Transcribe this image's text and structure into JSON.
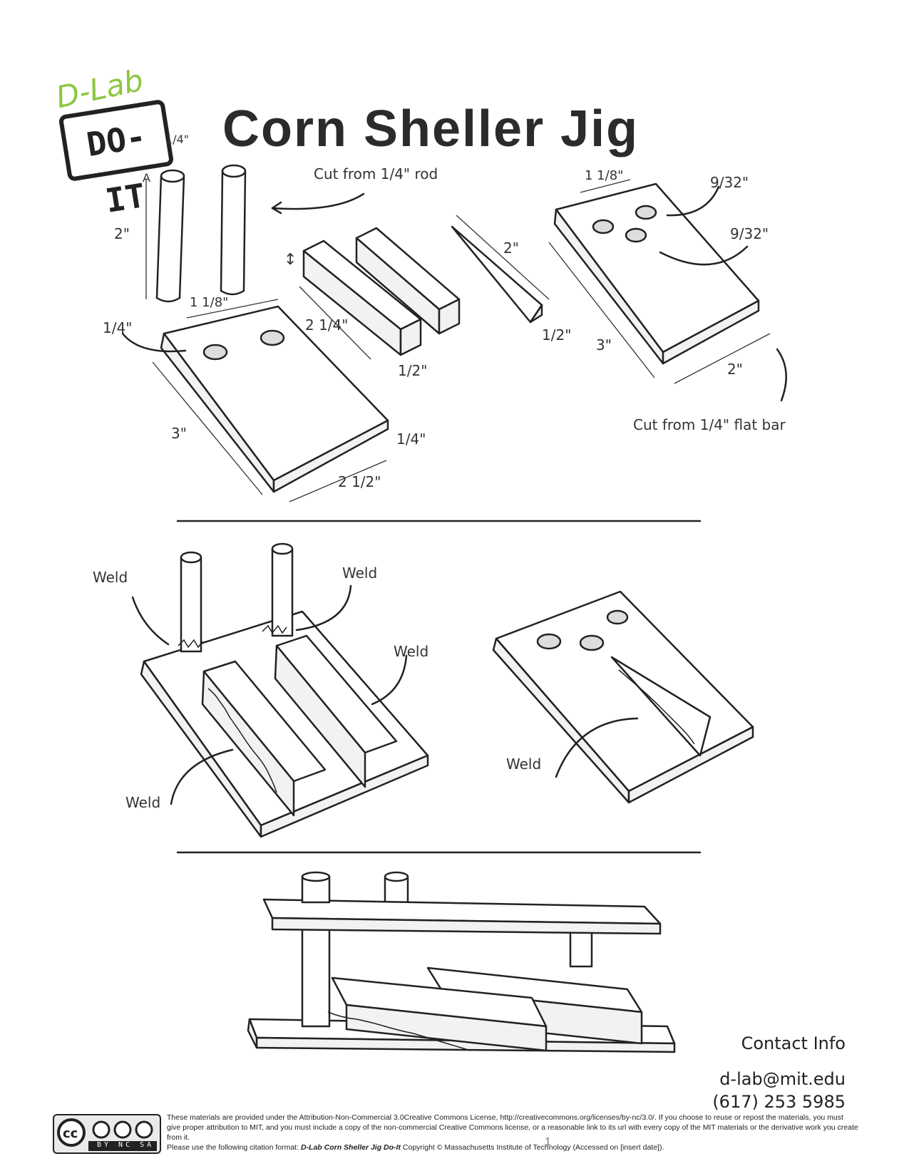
{
  "header": {
    "logo_top": "D-Lab",
    "logo_bottom": "DO-IT",
    "title": "Corn Sheller Jig"
  },
  "part_notes": {
    "rod_note": "Cut from 1/4\" rod",
    "flatbar_note": "Cut from 1/4\" flat bar"
  },
  "dimensions": {
    "rod_diameter": "1/4\"",
    "rod_height": "2\"",
    "rod_label_a": "A",
    "base_hole_spacing": "1 1/8\"",
    "base_hole_label": "1/4\"",
    "base_length": "3\"",
    "base_thickness": "1/4\"",
    "base_width": "2 1/2\"",
    "bar_height_marker": "↕",
    "bar_length": "2 1/4\"",
    "bar_width": "1/2\"",
    "wedge_length": "2\"",
    "wedge_width": "1/2\"",
    "top_hole_spacing": "1 1/8\"",
    "top_hole_a": "9/32\"",
    "top_hole_b": "9/32\"",
    "top_length": "3\"",
    "top_width": "2\""
  },
  "weld_labels": {
    "w1": "Weld",
    "w2": "Weld",
    "w3": "Weld",
    "w4": "Weld",
    "w5": "Weld"
  },
  "contact": {
    "heading": "Contact Info",
    "email": "d-lab@mit.edu",
    "phone": "(617) 253 5985"
  },
  "footer": {
    "cc_badge": "BY NC SA",
    "license_line1": "These materials are provided under the Attribution-Non-Commercial 3.0Creative Commons License, http://creativecommons.org/licenses/by-nc/3.0/. If you choose to reuse or repost the materials, you must give proper attribution to MIT, and you must include a copy of the non-commercial Creative Commons license, or a reasonable link to its url with every copy of the MIT materials or the derivative work you create from it.",
    "citation_prefix": "Please use the following citation format:",
    "citation_title": "D-Lab Corn Sheller Jig Do-It",
    "citation_suffix": "Copyright © Massachusetts Institute of Technology (Accessed on [insert date]).",
    "page_number": "1"
  }
}
